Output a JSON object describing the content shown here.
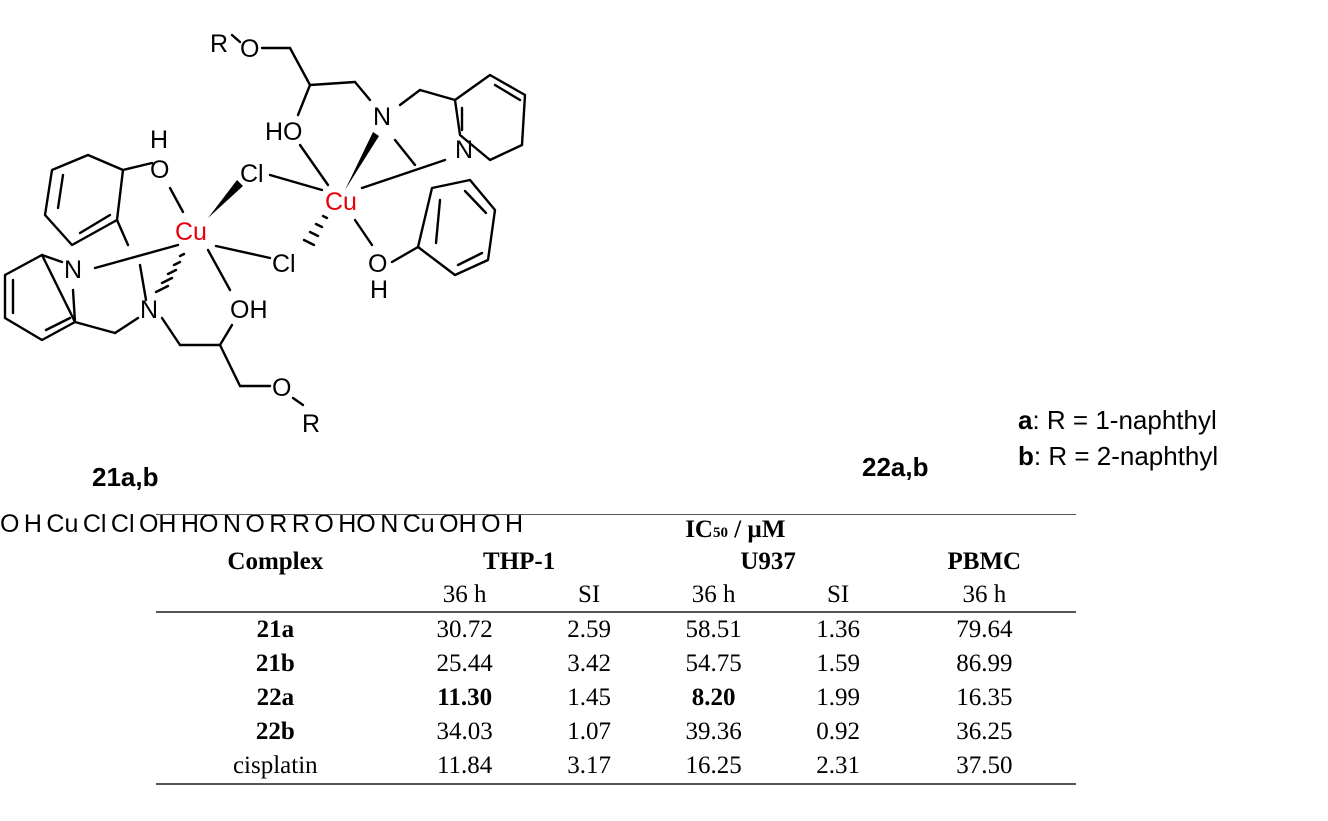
{
  "figure": {
    "compounds": [
      {
        "id": "21a,b",
        "label": "21a,b",
        "metal": "Cu",
        "bridging": "Cl",
        "ligand_arm": "pyridyl"
      },
      {
        "id": "22a,b",
        "label": "22a,b",
        "metal": "Cu",
        "bridging": "Cl",
        "ligand_arm": "2-hydroxybenzyl"
      }
    ],
    "atom_labels": {
      "cu": "Cu",
      "cl": "Cl",
      "n": "N",
      "o": "O",
      "oh": "OH",
      "ho": "HO",
      "h": "H",
      "r": "R"
    },
    "legend": [
      {
        "key": "a",
        "text": ": R = 1-naphthyl"
      },
      {
        "key": "b",
        "text": ": R = 2-naphthyl"
      }
    ]
  },
  "table": {
    "title_main": "IC",
    "title_sub": "50",
    "title_unit": " / µM",
    "first_col_header": "Complex",
    "groups": [
      "THP-1",
      "U937",
      "PBMC"
    ],
    "subheaders": [
      "36 h",
      "SI",
      "36 h",
      "SI",
      "36 h"
    ],
    "rows": [
      {
        "complex": "21a",
        "bold_name": true,
        "values": [
          "30.72",
          "2.59",
          "58.51",
          "1.36",
          "79.64"
        ],
        "bold": [
          false,
          false,
          false,
          false,
          false
        ]
      },
      {
        "complex": "21b",
        "bold_name": true,
        "values": [
          "25.44",
          "3.42",
          "54.75",
          "1.59",
          "86.99"
        ],
        "bold": [
          false,
          false,
          false,
          false,
          false
        ]
      },
      {
        "complex": "22a",
        "bold_name": true,
        "values": [
          "11.30",
          "1.45",
          "8.20",
          "1.99",
          "16.35"
        ],
        "bold": [
          true,
          false,
          true,
          false,
          false
        ]
      },
      {
        "complex": "22b",
        "bold_name": true,
        "values": [
          "34.03",
          "1.07",
          "39.36",
          "0.92",
          "36.25"
        ],
        "bold": [
          false,
          false,
          false,
          false,
          false
        ]
      },
      {
        "complex": "cisplatin",
        "bold_name": false,
        "values": [
          "11.84",
          "3.17",
          "16.25",
          "2.31",
          "37.50"
        ],
        "bold": [
          false,
          false,
          false,
          false,
          false
        ]
      }
    ]
  },
  "colors": {
    "metal": "#e8000b",
    "ink": "#000000",
    "rule": "#555555"
  }
}
